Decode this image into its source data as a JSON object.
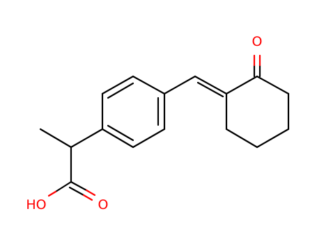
{
  "molecule": {
    "atom_labels": {
      "ketone_oxygen": "O",
      "carbonyl_oxygen": "O",
      "hydroxyl": "HO"
    },
    "colors": {
      "bond": "#000000",
      "oxygen": "#ff0000",
      "background": "#ffffff"
    }
  }
}
